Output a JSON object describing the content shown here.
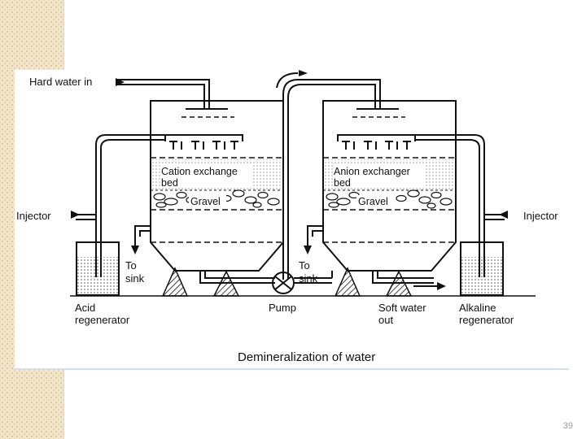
{
  "diagram": {
    "caption": "Demineralization of water",
    "labels": {
      "hard_water_in": "Hard water in",
      "cation_bed_line1": "Cation exchange",
      "cation_bed_line2": "bed",
      "anion_bed_line1": "Anion exchanger",
      "anion_bed_line2": "bed",
      "gravel_left": "Gravel",
      "gravel_right": "Gravel",
      "injector_left": "Injector",
      "injector_right": "Injector",
      "to_sink_left_line1": "To",
      "to_sink_left_line2": "sink",
      "to_sink_right_line1": "To",
      "to_sink_right_line2": "sink",
      "acid_regen_line1": "Acid",
      "acid_regen_line2": "regenerator",
      "pump": "Pump",
      "soft_water_line1": "Soft water",
      "soft_water_line2": "out",
      "alkaline_regen_line1": "Alkaline",
      "alkaline_regen_line2": "regenerator"
    }
  },
  "slide": {
    "page_number": "39"
  },
  "colors": {
    "side_strip": "#f3e6cc",
    "line": "#111111"
  }
}
